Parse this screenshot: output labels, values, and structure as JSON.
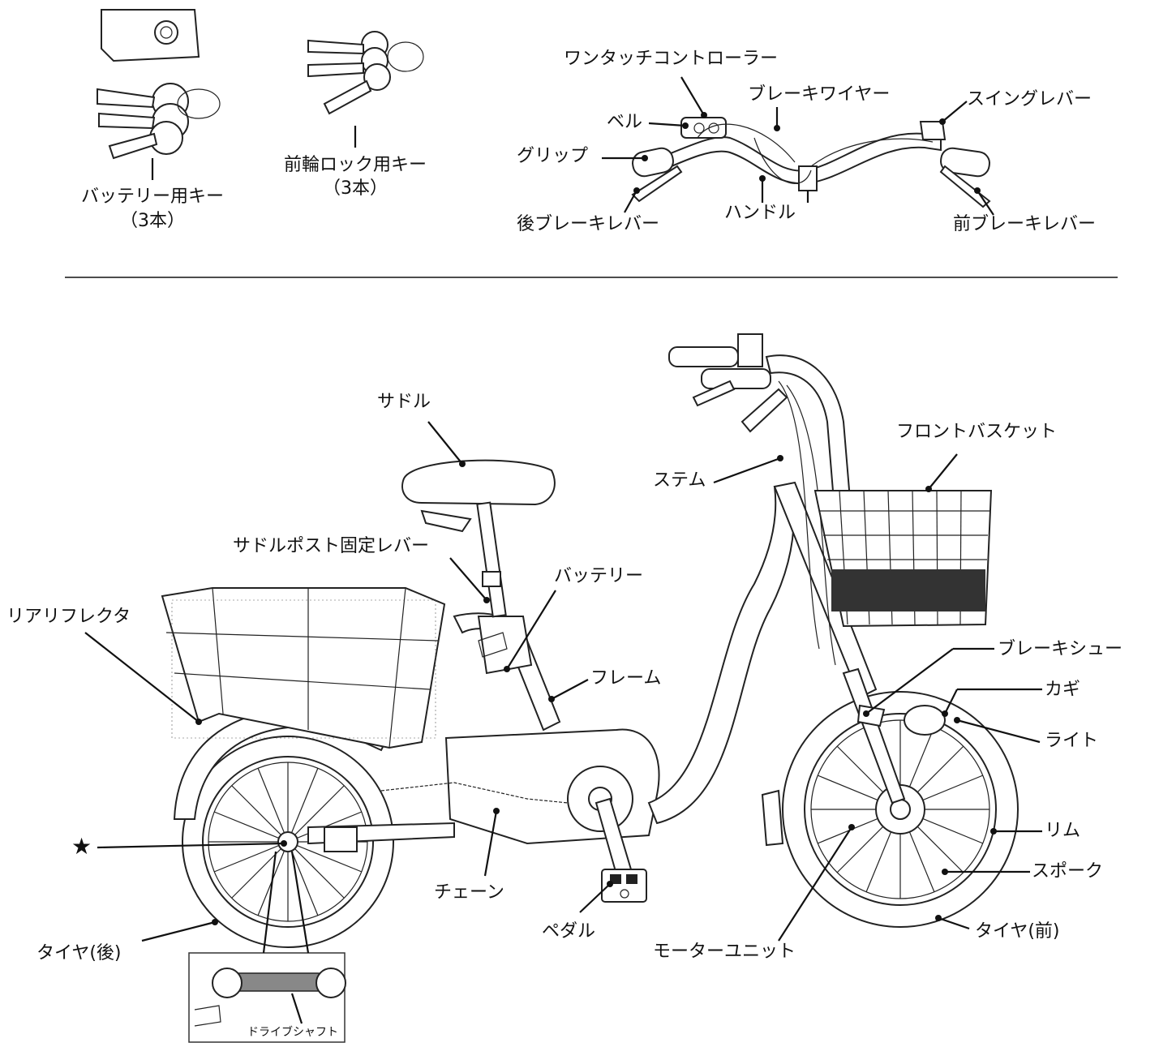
{
  "labels": {
    "battery_key": "バッテリー用キー",
    "battery_key_qty": "（3本）",
    "front_lock_key": "前輪ロック用キー",
    "front_lock_key_qty": "（3本）",
    "one_touch_controller": "ワンタッチコントローラー",
    "brake_wire": "ブレーキワイヤー",
    "swing_lever": "スイングレバー",
    "bell": "ベル",
    "grip": "グリップ",
    "rear_brake_lever": "後ブレーキレバー",
    "handle": "ハンドル",
    "front_brake_lever": "前ブレーキレバー",
    "saddle": "サドル",
    "stem": "ステム",
    "front_basket": "フロントバスケット",
    "saddle_post_lever": "サドルポスト固定レバー",
    "battery": "バッテリー",
    "rear_reflector": "リアリフレクタ",
    "frame": "フレーム",
    "brake_shoe": "ブレーキシュー",
    "lock": "カギ",
    "light": "ライト",
    "rim": "リム",
    "spoke": "スポーク",
    "star": "★",
    "chain": "チェーン",
    "pedal": "ペダル",
    "motor_unit": "モーターユニット",
    "rear_tire": "タイヤ(後)",
    "front_tire": "タイヤ(前)",
    "drive_shaft": "ドライブシャフト"
  }
}
